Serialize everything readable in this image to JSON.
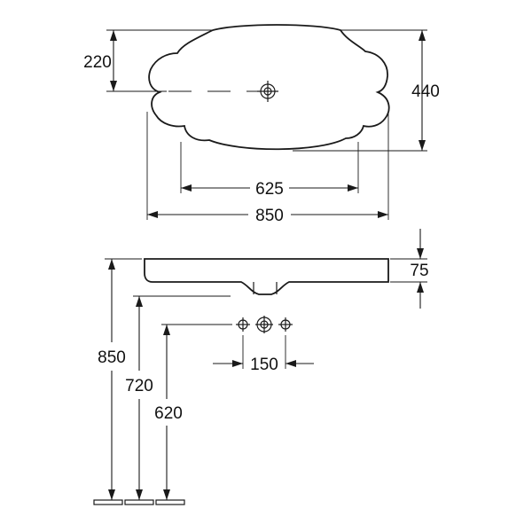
{
  "dimensions": {
    "top_half_depth": "220",
    "top_depth": "440",
    "top_inner_width": "625",
    "top_width": "850",
    "thickness": "75",
    "height_850": "850",
    "height_720": "720",
    "height_620": "620",
    "tap_spacing": "150"
  }
}
